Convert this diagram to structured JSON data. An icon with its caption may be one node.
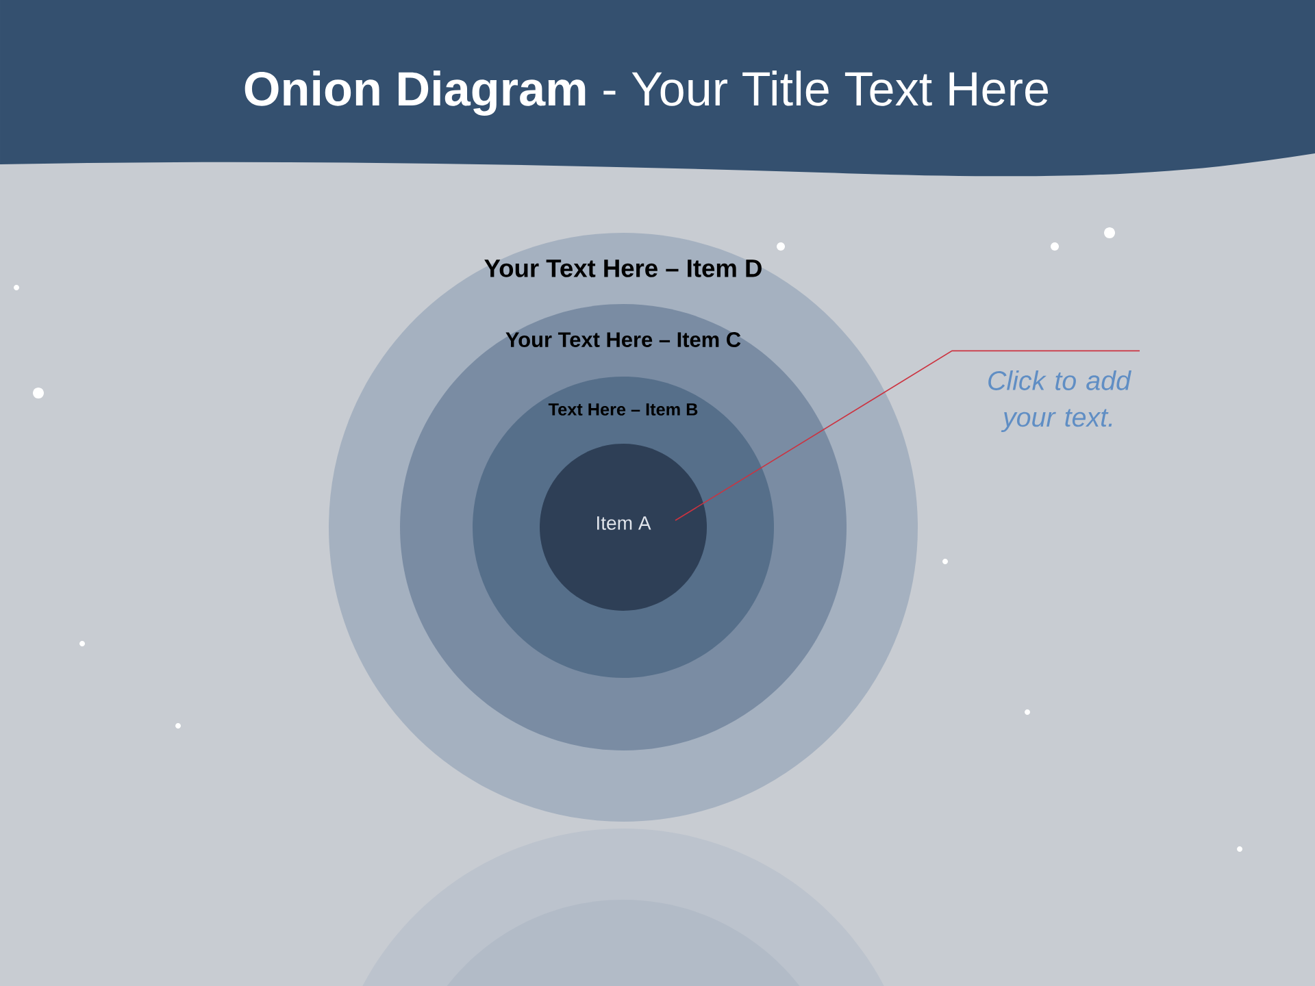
{
  "diagram": {
    "title": "**Onion Diagram** - Your Title Text Here",
    "nodes": [
      {
        "text": [
          "Your Text Here – Item D"
        ]
      },
      {
        "text": [
          "Your Text Here – Item C"
        ],
        "in": 0
      },
      {
        "text": [
          "Text Here – Item B"
        ],
        "in": 1
      },
      {
        "text": [
          "Item A"
        ],
        "in": 2
      },
      {
        "text": [
          "Click  to add your text."
        ]
      }
    ],
    "edges": [
      {
        "from": 4,
        "to": 3,
        "arrow": "none",
        "color": "#cc3340"
      }
    ]
  }
}
